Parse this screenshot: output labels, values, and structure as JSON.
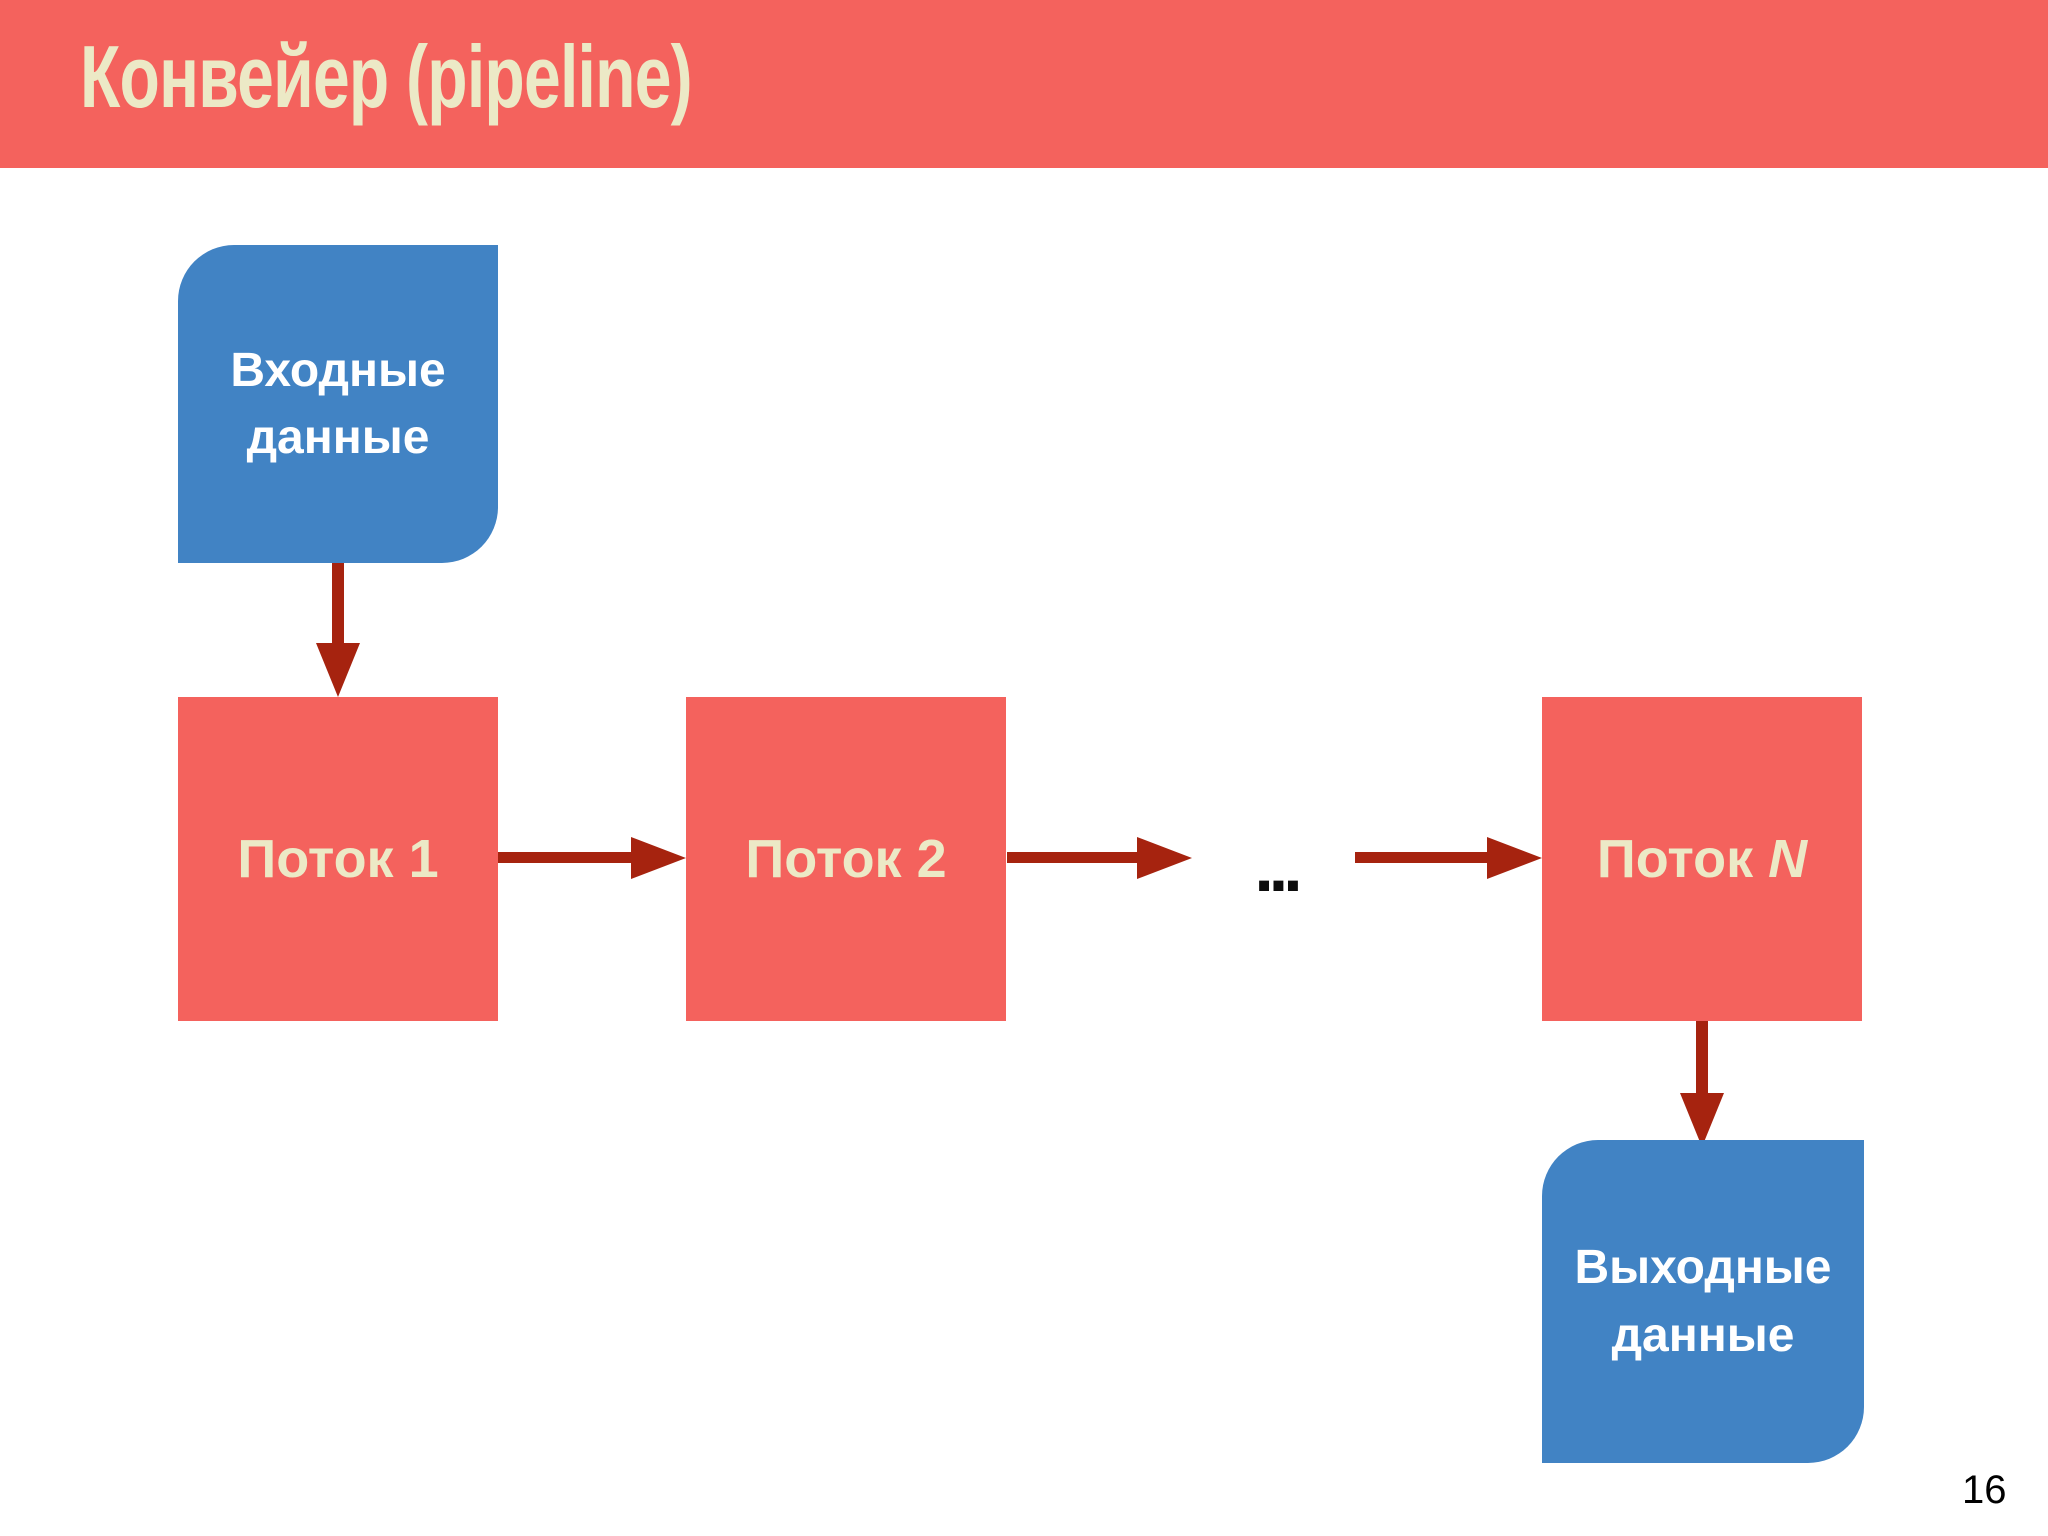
{
  "header": {
    "title": "Конвейер (pipeline)"
  },
  "diagram": {
    "input": {
      "line1": "Входные",
      "line2": "данные"
    },
    "stages": [
      {
        "prefix": "Поток ",
        "suffix": "1"
      },
      {
        "prefix": "Поток ",
        "suffix": "2"
      },
      {
        "prefix": "Поток ",
        "suffix": "N"
      }
    ],
    "ellipsis": "...",
    "output": {
      "line1": "Выходные",
      "line2": "данные"
    }
  },
  "page": {
    "number": "16"
  },
  "colors": {
    "header_bg": "#f4625d",
    "stage_box_bg": "#f4625d",
    "data_box_bg": "#4183c4",
    "arrow": "#a6230f",
    "title_text": "#ece9c6",
    "stage_text": "#ece9c6",
    "data_text": "#ffffff",
    "ellipsis_text": "#0d0d0d"
  }
}
